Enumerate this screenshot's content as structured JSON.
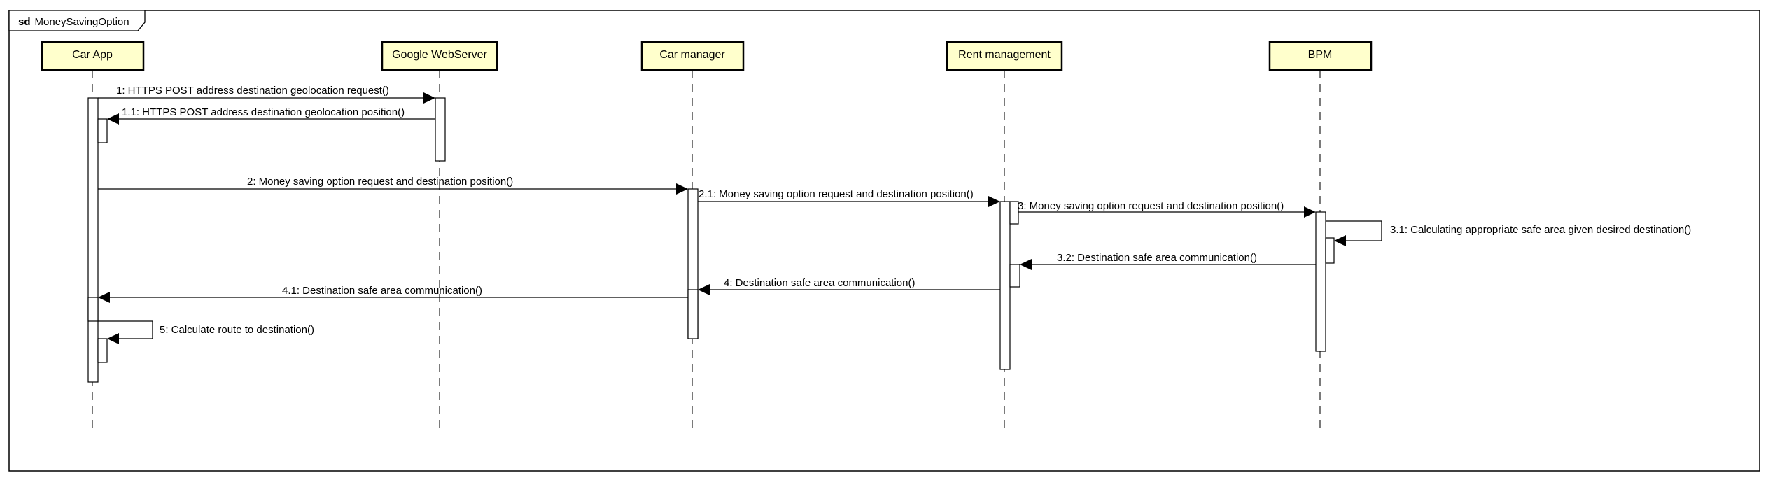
{
  "frame": {
    "keyword": "sd",
    "name": "MoneySavingOption"
  },
  "participants": [
    {
      "id": "carapp",
      "name": "Car App"
    },
    {
      "id": "google",
      "name": "Google WebServer"
    },
    {
      "id": "carmgr",
      "name": "Car manager"
    },
    {
      "id": "rent",
      "name": "Rent management"
    },
    {
      "id": "bpm",
      "name": "BPM"
    }
  ],
  "messages": [
    {
      "id": "m1",
      "from": "carapp",
      "to": "google",
      "label": "1: HTTPS POST address destination geolocation request()"
    },
    {
      "id": "m11",
      "from": "google",
      "to": "carapp",
      "label": "1.1: HTTPS POST address destination geolocation position()"
    },
    {
      "id": "m2",
      "from": "carapp",
      "to": "carmgr",
      "label": "2: Money saving option request and destination position()"
    },
    {
      "id": "m21",
      "from": "carmgr",
      "to": "rent",
      "label": "2.1: Money saving option request and destination position()"
    },
    {
      "id": "m3",
      "from": "rent",
      "to": "bpm",
      "label": "3: Money saving option request and destination position()"
    },
    {
      "id": "m31",
      "from": "bpm",
      "to": "bpm",
      "label": "3.1: Calculating appropriate safe area given desired destination()"
    },
    {
      "id": "m32",
      "from": "bpm",
      "to": "rent",
      "label": "3.2: Destination safe area communication()"
    },
    {
      "id": "m4",
      "from": "rent",
      "to": "carmgr",
      "label": "4: Destination safe area communication()"
    },
    {
      "id": "m41",
      "from": "carmgr",
      "to": "carapp",
      "label": "4.1: Destination safe area communication()"
    },
    {
      "id": "m5",
      "from": "carapp",
      "to": "carapp",
      "label": "5: Calculate route to destination()"
    }
  ]
}
